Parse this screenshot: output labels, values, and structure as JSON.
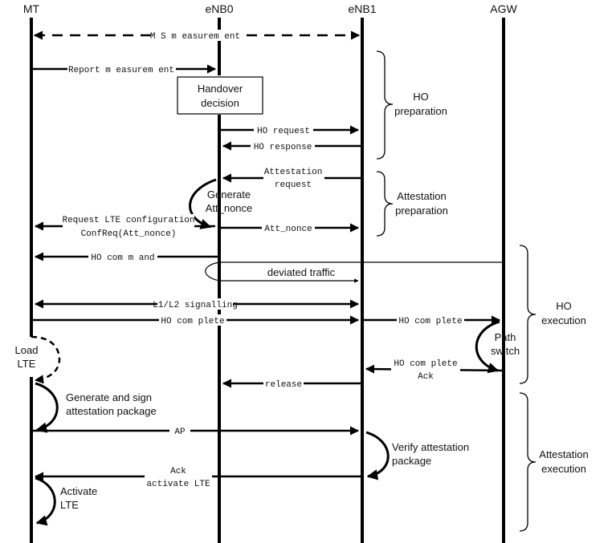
{
  "entities": {
    "mt": "MT",
    "enb0": "eNB0",
    "enb1": "eNB1",
    "agw": "AGW"
  },
  "messages": {
    "ms_measurement": "M S m easurem ent",
    "report_measurement": "Report m easurem ent",
    "ho_request": "HO request",
    "ho_response": "HO response",
    "attestation_request_1": "Attestation",
    "attestation_request_2": "request",
    "request_lte_config_1": "Request LTE configuration",
    "request_lte_config_2": "ConfReq(Att_nonce)",
    "att_nonce": "Att_nonce",
    "ho_command": "HO com m and",
    "deviated_traffic": "deviated traffic",
    "l1l2_signalling": "L1/L2 signalling",
    "ho_complete": "HO com plete",
    "ho_complete_agw": "HO com plete",
    "ho_complete_ack_1": "HO com plete",
    "ho_complete_ack_2": "Ack",
    "release": "release",
    "ap": "AP",
    "ack": "Ack",
    "activate_lte": "activate LTE"
  },
  "process_labels": {
    "handover_decision_1": "Handover",
    "handover_decision_2": "decision",
    "generate_nonce_1": "Generate",
    "generate_nonce_2": "Att_nonce",
    "path_switch_1": "Path",
    "path_switch_2": "switch",
    "load_lte_1": "Load",
    "load_lte_2": "LTE",
    "generate_sign_1": "Generate and sign",
    "generate_sign_2": "attestation package",
    "verify_1": "Verify attestation",
    "verify_2": "package",
    "activate_1": "Activate",
    "activate_2": "LTE"
  },
  "phases": {
    "ho_preparation_1": "HO",
    "ho_preparation_2": "preparation",
    "attestation_preparation_1": "Attestation",
    "attestation_preparation_2": "preparation",
    "ho_execution_1": "HO",
    "ho_execution_2": "execution",
    "attestation_execution_1": "Attestation",
    "attestation_execution_2": "execution"
  }
}
